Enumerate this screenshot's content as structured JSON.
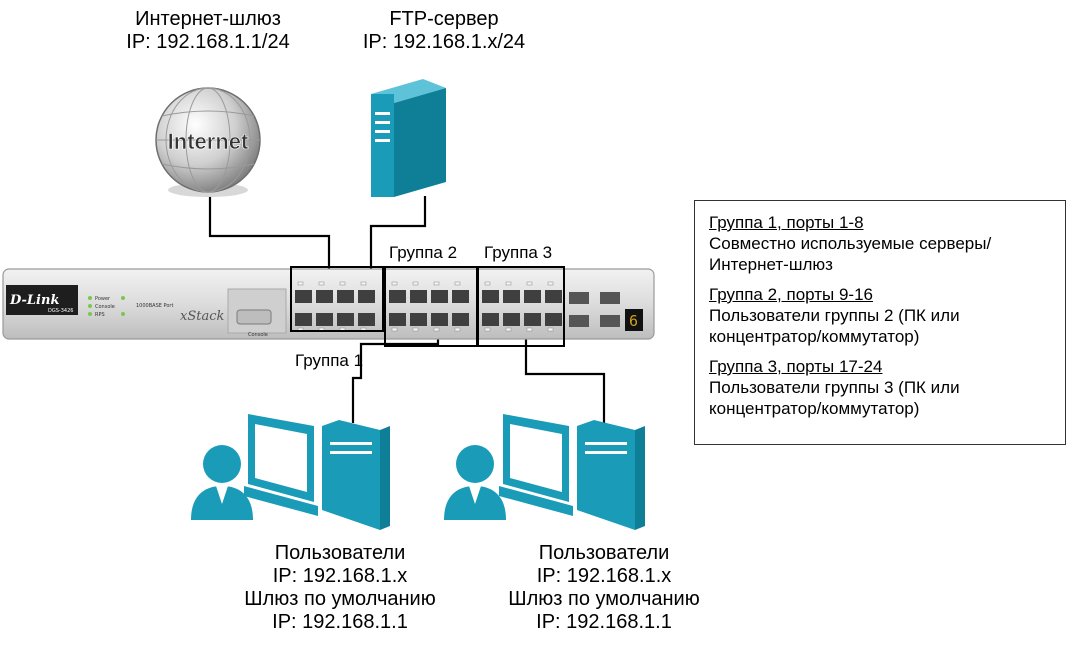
{
  "gateway": {
    "title": "Интернет-шлюз",
    "ip": "IP: 192.168.1.1/24"
  },
  "ftp": {
    "title": "FTP-сервер",
    "ip": "IP: 192.168.1.x/24"
  },
  "globe_text": "Internet",
  "switch": {
    "brand": "D-Link",
    "model": "DGS-3426",
    "series": "xStack",
    "console": "Console",
    "leds": [
      "Power",
      "Console",
      "RPS"
    ],
    "gbe": "1000BASE Port"
  },
  "groups": {
    "g1": "Группа 1",
    "g2": "Группа 2",
    "g3": "Группа 3"
  },
  "users_left": {
    "l1": "Пользователи",
    "l2": "IP: 192.168.1.x",
    "l3": "Шлюз по умолчанию",
    "l4": "IP: 192.168.1.1"
  },
  "users_right": {
    "l1": "Пользователи",
    "l2": "IP: 192.168.1.x",
    "l3": "Шлюз по умолчанию",
    "l4": "IP: 192.168.1.1"
  },
  "legend": [
    {
      "head": "Группа 1, порты 1-8",
      "lines": [
        "Совместно используемые серверы/",
        "Интернет-шлюз"
      ]
    },
    {
      "head": "Группа 2, порты 9-16",
      "lines": [
        "Пользователи группы 2 (ПК или",
        "концентратор/коммутатор)"
      ]
    },
    {
      "head": "Группа 3, порты 17-24",
      "lines": [
        "Пользователи группы 3 (ПК или",
        "концентратор/коммутатор)"
      ]
    }
  ],
  "colors": {
    "teal": "#1a9cb8",
    "teal_dark": "#0f7f98",
    "switch_body": "#e2e2e2",
    "port": "#3f3f3f"
  }
}
